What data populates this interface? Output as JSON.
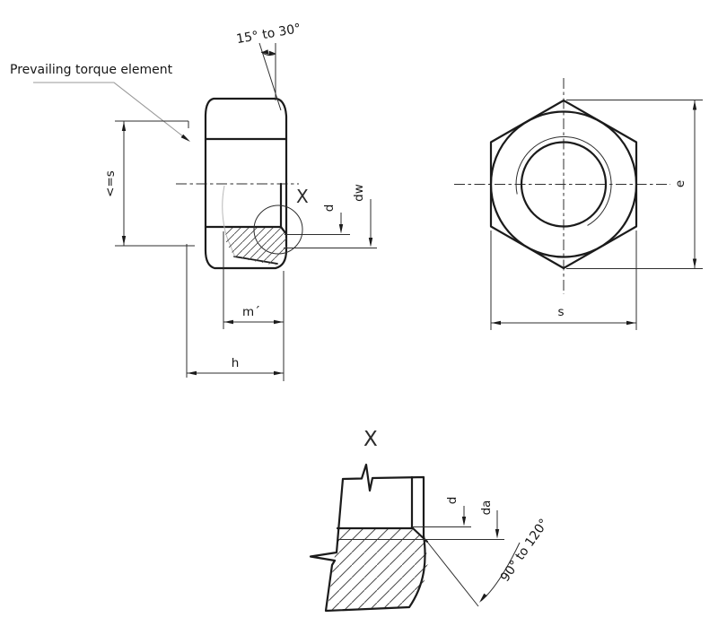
{
  "drawing": {
    "title": "Prevailing torque hex nut - technical drawing",
    "labels": {
      "prevailing_torque": "Prevailing torque element",
      "top_cone_angle": "15° to 30°",
      "deformed_width_max": "<=s",
      "detail_marker": "X",
      "bore_diameter": "d",
      "washer_face_diameter": "dw",
      "wrenchable_height": "m´",
      "nut_height": "h",
      "width_across_corners": "e",
      "width_across_flats": "s",
      "detail_title": "X",
      "detail_bore_diameter": "d",
      "countersink_diameter": "da",
      "countersink_angle": "90° to 120°"
    },
    "colors": {
      "line": "#1b1b1b",
      "leader": "#9a9a9a",
      "background": "#ffffff"
    }
  }
}
